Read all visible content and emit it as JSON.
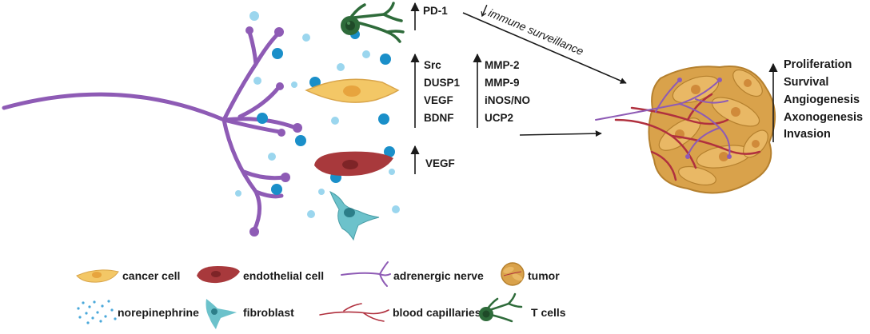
{
  "pathway": {
    "tcell_marker": "PD-1",
    "immune_label": "immune surveillance",
    "cancer_cell_markers": [
      "Src",
      "DUSP1",
      "VEGF",
      "BDNF"
    ],
    "endothelial_marker": "VEGF",
    "fibroblast_markers": [
      "MMP-2",
      "MMP-9",
      "iNOS/NO",
      "UCP2"
    ]
  },
  "tumor_outcomes": [
    "Proliferation",
    "Survival",
    "Angiogenesis",
    "Axonogenesis",
    "Invasion"
  ],
  "legend": {
    "cancer_cell": "cancer cell",
    "endothelial_cell": "endothelial cell",
    "adrenergic_nerve": "adrenergic nerve",
    "tumor": "tumor",
    "norepinephrine": "norepinephrine",
    "fibroblast": "fibroblast",
    "blood_capillaries": "blood capillaries",
    "t_cells": "T cells"
  },
  "colors": {
    "nerve": "#8E5BB5",
    "cancer_cell": "#F3C766",
    "endothelial": "#A8393C",
    "fibroblast": "#6CC2CB",
    "tcell": "#2E6B3A",
    "dark_dot": "#1A8FC9",
    "light_dot": "#9BD6EE",
    "tumor": "#D9A24B"
  }
}
